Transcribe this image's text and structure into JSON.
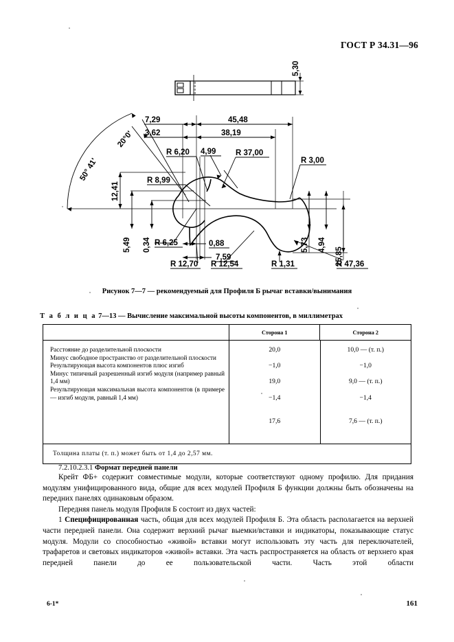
{
  "header": {
    "standard": "ГОСТ Р 34.31—96"
  },
  "figure": {
    "caption": "Рисунок 7—7 — рекомендуемый для Профиля Б рычаг вставки/вынимания",
    "top_view": {
      "thickness_label": "5,30"
    },
    "dimensions": {
      "d_7_29": "7,29",
      "d_45_48": "45,48",
      "d_3_62": "3,62",
      "d_38_19": "38,19",
      "d_4_99": "4,99",
      "r_37_00": "R 37,00",
      "r_6_20": "R 6,20",
      "r_3_00": "R 3,00",
      "angle_50_41": "50° 41'",
      "angle_20_0": "20°0'",
      "d_12_41": "12,41",
      "r_8_99": "R 8,99",
      "d_5_49": "5,49",
      "d_0_34": "0,34",
      "r_6_25": "R 6,25",
      "d_0_88": "0,88",
      "d_7_59": "7,59",
      "r_12_70": "R 12,70",
      "r_12_54": "R 12,54",
      "r_1_31": "R 1,31",
      "r_47_36": "R 47,36",
      "d_5_73": "5,73",
      "d_4_94": "4,94",
      "d_25_85": "25,85"
    }
  },
  "table": {
    "caption_prefix": "Т а б л и ц а",
    "caption_rest": " 7—13 — Вычисление максимальной высоты компонентов, в миллиметрах",
    "columns": [
      "",
      "Сторона 1",
      "Сторона 2"
    ],
    "rows": [
      {
        "label": "Расстояние до разделительной плоскости",
        "side1": "20,0",
        "side2": "10,0 — (т. п.)"
      },
      {
        "label": "Минус свободное пространство от разделительной плоскости",
        "side1": "−1,0",
        "side2": "−1,0"
      },
      {
        "label": "Результирующая высота компонентов плюс изгиб",
        "side1": "19,0",
        "side2": "9,0 — (т. п.)"
      },
      {
        "label": "Минус типичный разрешенный изгиб модуля (например равный 1,4 мм)",
        "side1": "−1,4",
        "side2": "−1,4"
      },
      {
        "label": "Результирующая максимальная высота компонентов (в примере — изгиб модуля, равный 1,4 мм)",
        "side1": "17,6",
        "side2": "7,6 — (т. п.)"
      }
    ],
    "footnote": "Толщина  платы  (т. п.)  может  быть  от  1,4  до  2,57 мм."
  },
  "content": {
    "section_number": "7.2.10.2.3.1",
    "section_title": "Формат передней панели",
    "paragraph_1": "Крейт ФБ+ содержит совместимые модули, которые соответствуют одному профилю. Для придания модулям унифицированного вида, общие для всех модулей Профиля Б функции должны быть обозначены на передних панелях одинаковым образом.",
    "paragraph_2": "Передняя панель модуля Профиля Б состоит из двух частей:",
    "paragraph_3_num": "1",
    "paragraph_3_bold": "Специфицированная",
    "paragraph_3_rest": " часть, общая для всех модулей Профиля Б. Эта область располагается на верхней части передней панели. Она содержит верхний рычаг выемки/вставки и индикаторы, показывающие статус модуля. Модули со способностью «живой» вставки могут использовать эту часть для переключателей, трафаретов и световых индикаторов «живой» вставки. Эта часть распространяется на область от верхнего края передней панели до ее пользовательской части. Часть этой области"
  },
  "footer": {
    "signature": "6-1*",
    "page_number": "161"
  }
}
